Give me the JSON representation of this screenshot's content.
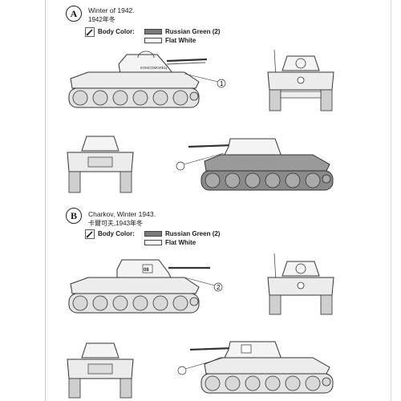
{
  "sections": [
    {
      "badge": "A",
      "caption_en": "Winter of 1942.",
      "caption_zh": "1942年冬",
      "body_color_label": "Body Color:",
      "colors": [
        {
          "name": "Russian Green (2)",
          "hex": "#7a7a7a"
        },
        {
          "name": "Flat White",
          "hex": "#ffffff"
        }
      ],
      "callout": "1",
      "turret_slogan": "КОМСОМОЛЕЦ"
    },
    {
      "badge": "B",
      "caption_en": "Charkov, Winter 1943.",
      "caption_zh": "卡爾可夫,1943年冬",
      "body_color_label": "Body Color:",
      "colors": [
        {
          "name": "Russian Green (2)",
          "hex": "#7a7a7a"
        },
        {
          "name": "Flat White",
          "hex": "#ffffff"
        }
      ],
      "callout": "2",
      "turret_number": "08"
    }
  ]
}
